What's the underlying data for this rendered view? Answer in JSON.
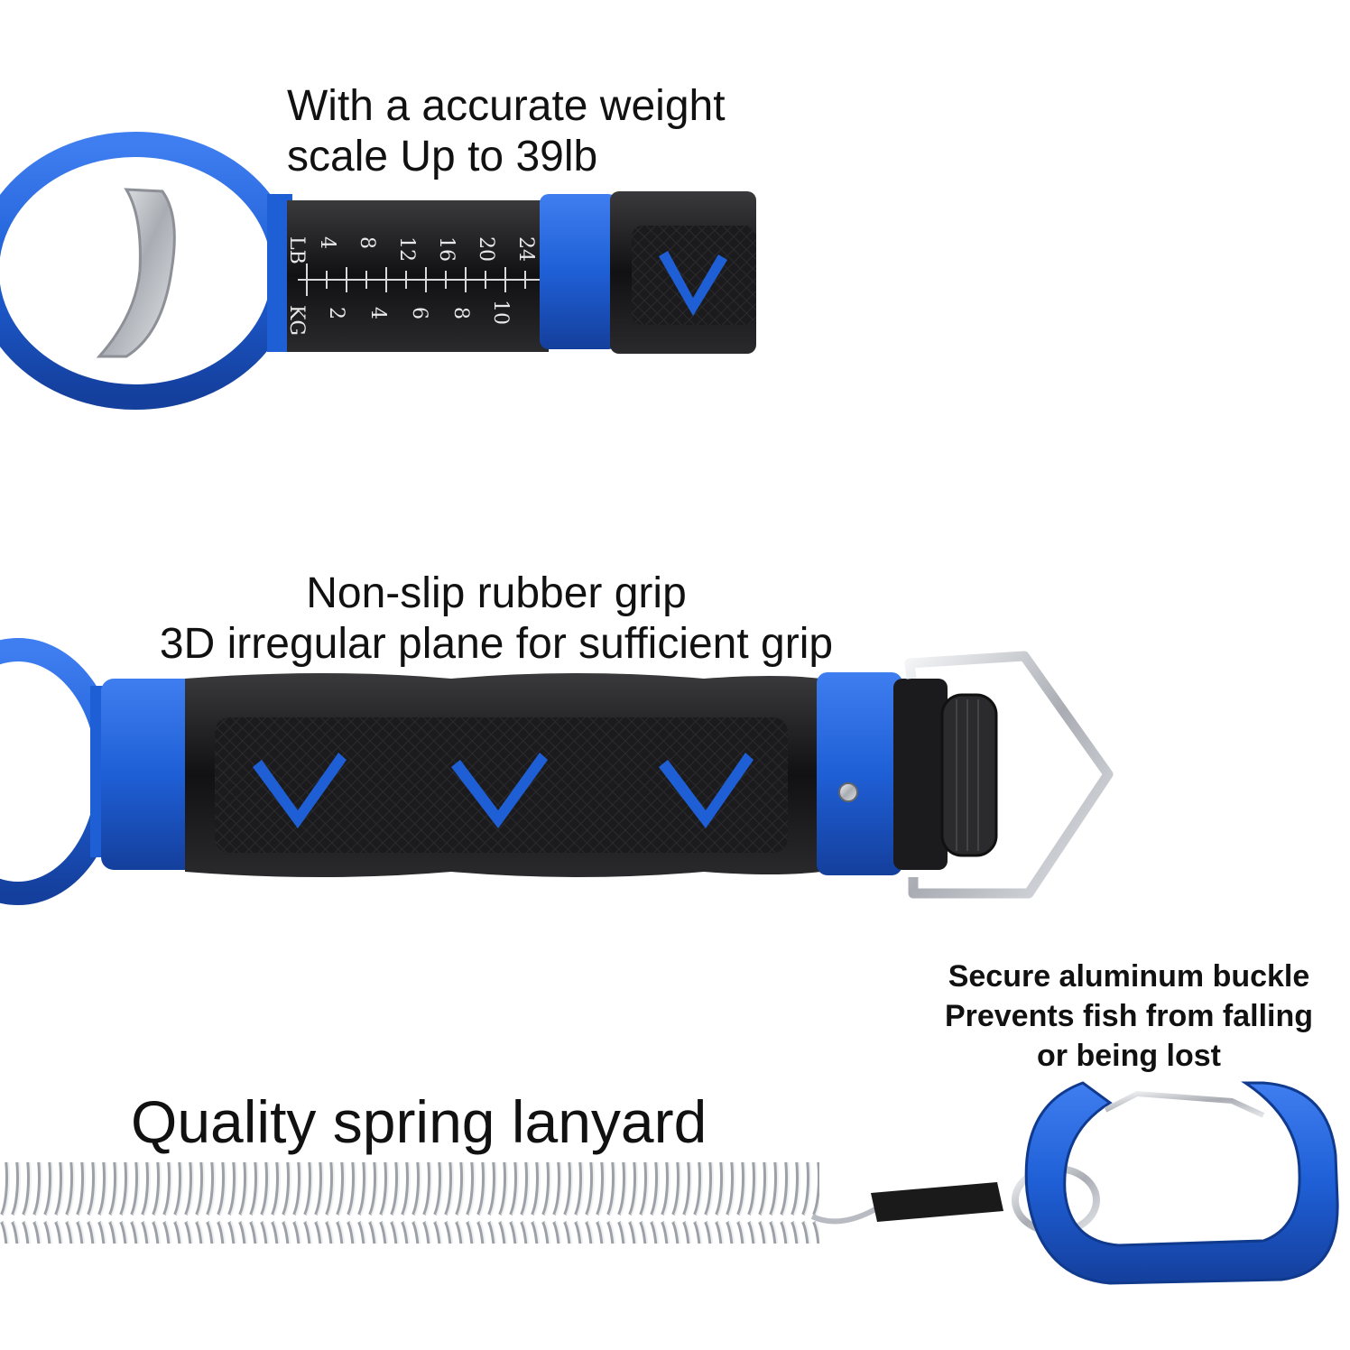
{
  "callouts": {
    "scale": {
      "lines": [
        "With a accurate weight",
        "scale Up to 39lb"
      ]
    },
    "grip": {
      "lines": [
        "Non-slip rubber grip",
        "3D irregular plane for sufficient grip"
      ]
    },
    "lanyard": {
      "text": "Quality spring lanyard"
    },
    "buckle": {
      "lines": [
        "Secure aluminum buckle",
        "Prevents fish from falling",
        "or being lost"
      ]
    }
  },
  "scale_markings": {
    "lb_unit": "LB",
    "kg_unit": "KG",
    "lb_values": [
      "4",
      "8",
      "12",
      "16",
      "20",
      "24"
    ],
    "kg_values": [
      "2",
      "4",
      "6",
      "8",
      "10"
    ]
  },
  "colors": {
    "accent_blue": "#1f5fd6",
    "rubber_black": "#1a1a1a",
    "steel": "#c9ccd1",
    "text": "#111111"
  },
  "icons": {
    "chevron": "chevron-down-icon",
    "ring": "oval-ring",
    "carabiner": "carabiner-clip"
  }
}
